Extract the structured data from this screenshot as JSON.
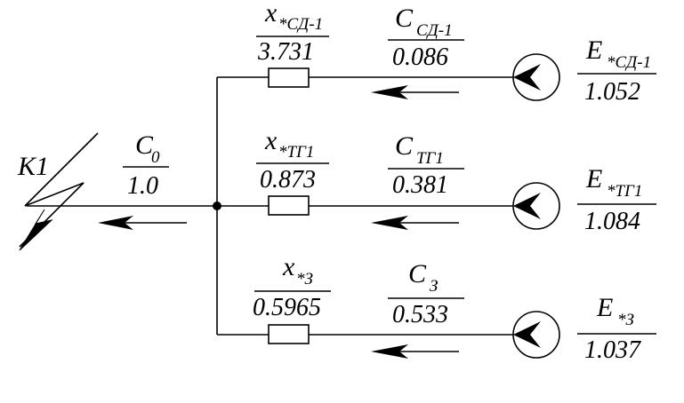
{
  "fault": {
    "label": "K1"
  },
  "trunk": {
    "sym": "C",
    "sub": "0",
    "value": "1.0"
  },
  "branches": [
    {
      "id": "sd1",
      "x_sym": "x",
      "x_sub": "*СД-1",
      "x_value": "3.731",
      "c_sym": "C",
      "c_sub": "СД-1",
      "c_value": "0.086",
      "e_sym": "E",
      "e_sub": "*СД-1",
      "e_value": "1.052"
    },
    {
      "id": "tg1",
      "x_sym": "x",
      "x_sub": "*ТГ1",
      "x_value": "0.873",
      "c_sym": "C",
      "c_sub": "ТГ1",
      "c_value": "0.381",
      "e_sym": "E",
      "e_sub": "*ТГ1",
      "e_value": "1.084"
    },
    {
      "id": "z",
      "x_sym": "x",
      "x_sub": "*З",
      "x_value": "0.5965",
      "c_sym": "C",
      "c_sub": "З",
      "c_value": "0.533",
      "e_sym": "E",
      "e_sub": "*З",
      "e_value": "1.037"
    }
  ]
}
